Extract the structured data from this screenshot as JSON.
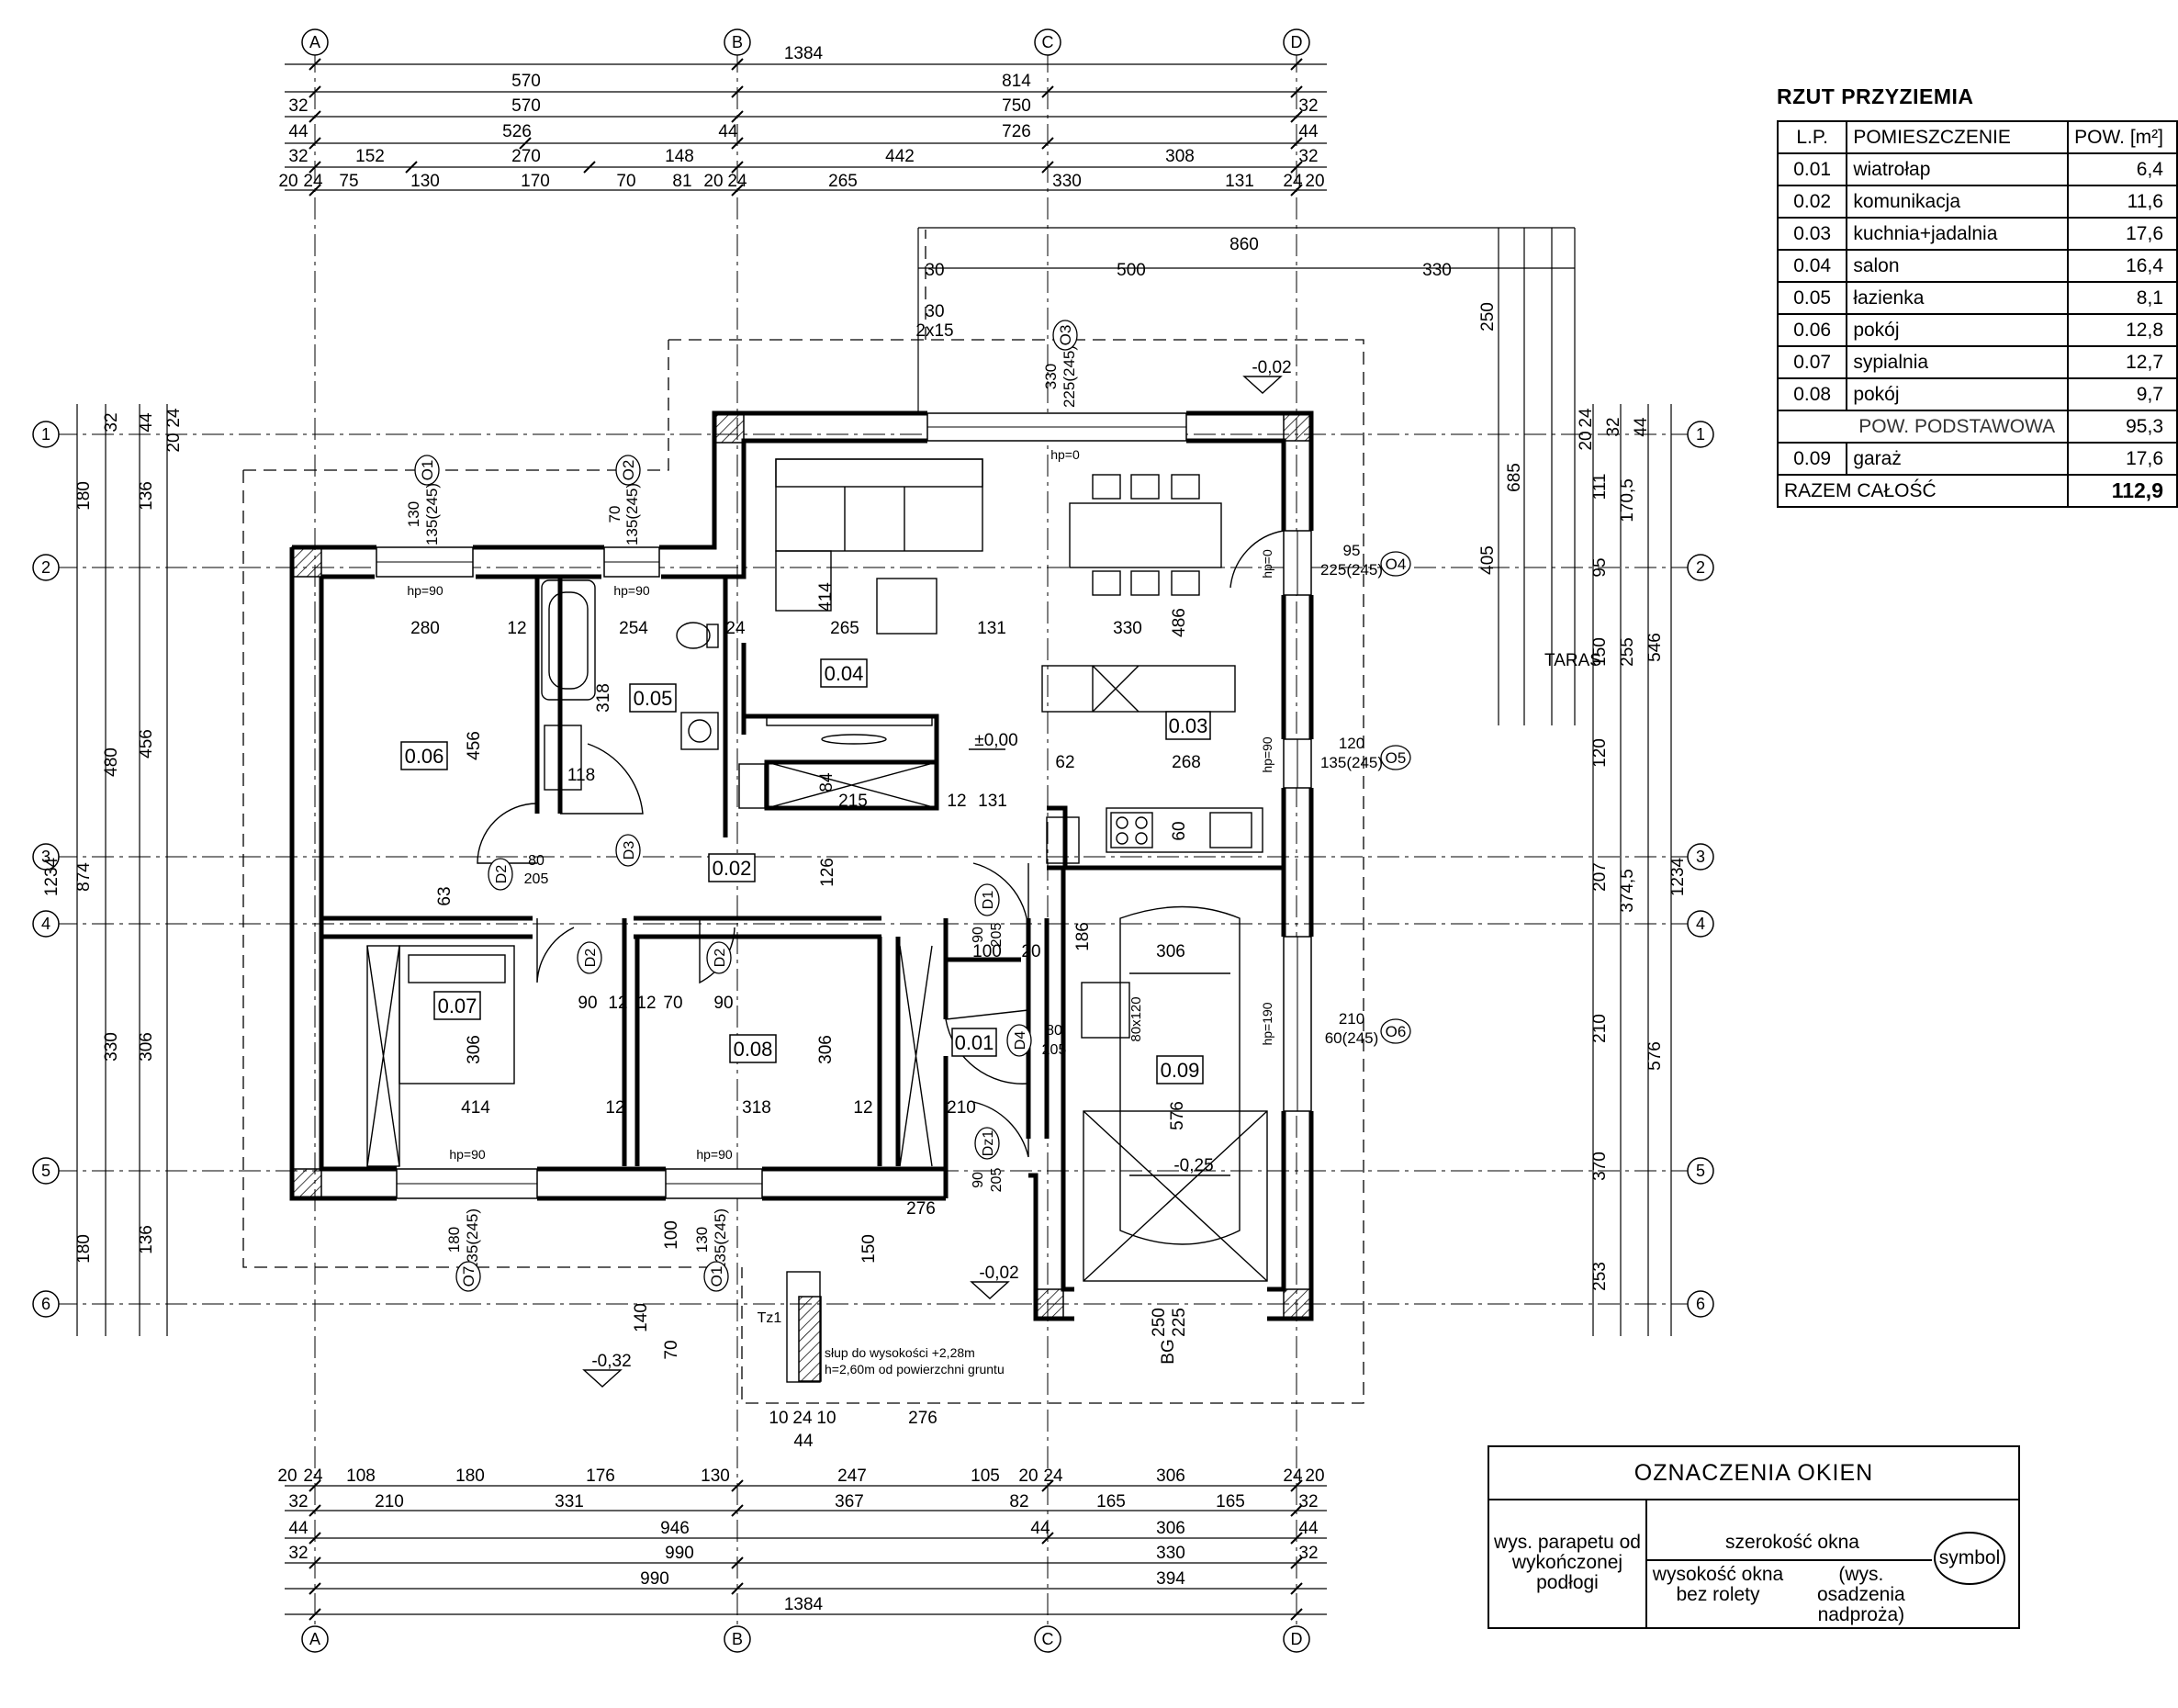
{
  "table": {
    "title": "RZUT PRZYZIEMIA",
    "col_lp": "L.P.",
    "col_room": "POMIESZCZENIE",
    "col_area": "POW. [m²]",
    "rows": [
      {
        "lp": "0.01",
        "name": "wiatrołap",
        "area": "6,4"
      },
      {
        "lp": "0.02",
        "name": "komunikacja",
        "area": "11,6"
      },
      {
        "lp": "0.03",
        "name": "kuchnia+jadalnia",
        "area": "17,6"
      },
      {
        "lp": "0.04",
        "name": "salon",
        "area": "16,4"
      },
      {
        "lp": "0.05",
        "name": "łazienka",
        "area": "8,1"
      },
      {
        "lp": "0.06",
        "name": "pokój",
        "area": "12,8"
      },
      {
        "lp": "0.07",
        "name": "sypialnia",
        "area": "12,7"
      },
      {
        "lp": "0.08",
        "name": "pokój",
        "area": "9,7"
      }
    ],
    "subtotal": {
      "label": "POW. PODSTAWOWA",
      "area": "95,3"
    },
    "garage": {
      "lp": "0.09",
      "name": "garaż",
      "area": "17,6"
    },
    "total": {
      "label": "RAZEM CAŁOŚĆ",
      "area": "112,9"
    }
  },
  "legend": {
    "title": "OZNACZENIA OKIEN",
    "sill": "wys. parapetu od wykończonej podłogi",
    "width": "szerokość okna",
    "height": "wysokość okna bez rolety",
    "lintel": "(wys. osadzenia nadproża)",
    "symbol": "symbol"
  },
  "grid": {
    "letters": [
      "A",
      "B",
      "C",
      "D"
    ],
    "numbers": [
      "1",
      "2",
      "3",
      "4",
      "5",
      "6"
    ]
  },
  "dims": {
    "top": [
      [
        "1384"
      ],
      [
        "570",
        "814"
      ],
      [
        "32",
        "570",
        "750",
        "32"
      ],
      [
        "44",
        "526",
        "44",
        "726",
        "44"
      ],
      [
        "32",
        "152",
        "270",
        "148",
        "442",
        "308",
        "32"
      ],
      [
        "20",
        "24",
        "75",
        "130",
        "170",
        "70",
        "81",
        "20",
        "24",
        "265",
        "330",
        "131",
        "24",
        "20"
      ]
    ],
    "bottom": [
      [
        "20",
        "24",
        "108",
        "180",
        "176",
        "130",
        "247",
        "105",
        "20",
        "24",
        "306",
        "24",
        "20"
      ],
      [
        "32",
        "210",
        "331",
        "367",
        "82",
        "165",
        "165",
        "32"
      ],
      [
        "44",
        "946",
        "44",
        "306",
        "44"
      ],
      [
        "32",
        "990",
        "330",
        "32"
      ],
      [
        "990",
        "394"
      ],
      [
        "1384"
      ]
    ],
    "left": [
      "180",
      "480",
      "330",
      "180",
      "874",
      "1234",
      "136",
      "456",
      "306",
      "136",
      "32",
      "44",
      "24",
      "20"
    ],
    "right": [
      "111",
      "170,5",
      "95",
      "255",
      "150",
      "120",
      "207",
      "374,5",
      "210",
      "370",
      "253",
      "546",
      "576",
      "1234",
      "24",
      "20",
      "32",
      "44"
    ],
    "terrace": [
      "860",
      "30",
      "500",
      "330",
      "250",
      "685",
      "405",
      "30",
      "2x15"
    ]
  },
  "plan_labels": {
    "rooms": [
      "0.01",
      "0.02",
      "0.03",
      "0.04",
      "0.05",
      "0.06",
      "0.07",
      "0.08",
      "0.09"
    ],
    "terrace": "TARAS",
    "level_top": "-0,02",
    "level_zero": "±0,00",
    "level_garage": "-0,25",
    "level_entry": "-0,02",
    "level_ground": "-0,32",
    "column_note_1": "słup do wysokości +2,28m",
    "column_note_2": "h=2,60m od powierzchni gruntu",
    "column_id": "Tz1",
    "garage_door": "BG",
    "parking": "80x120",
    "hp90": "hp=90",
    "hp0": "hp=0",
    "hp190": "hp=190",
    "win_o1_top": "130",
    "win_o1_bot": "135(245)",
    "win_o2_top": "70",
    "win_o3_top": "330",
    "win_o3_bot": "225(245)",
    "win_o4_top": "95",
    "win_o4_bot": "225(245)",
    "win_o5_top": "120",
    "win_o5_bot": "135(245)",
    "win_o6_top": "210",
    "win_o6_bot": "60(245)",
    "win_o7_top": "180",
    "win_o1b_top": "130",
    "door_d": "80",
    "door_h": "205",
    "door_d1": "90",
    "dim_280": "280",
    "dim_12": "12",
    "dim_254": "254",
    "dim_24": "24",
    "dim_265": "265",
    "dim_131": "131",
    "dim_330": "330",
    "dim_486": "486",
    "dim_414": "414",
    "dim_318": "318",
    "dim_456": "456",
    "dim_118": "118",
    "dim_215": "215",
    "dim_62": "62",
    "dim_268": "268",
    "dim_126": "126",
    "dim_63": "63",
    "dim_84": "84",
    "dim_60": "60",
    "dim_186": "186",
    "dim_306": "306",
    "dim_100": "100",
    "dim_20": "20",
    "dim_90": "90",
    "dim_70": "70",
    "dim_210": "210",
    "dim_576": "576",
    "dim_276": "276",
    "dim_150": "150",
    "dim_140": "140",
    "dim_10": "10",
    "dim_44": "44",
    "dim_250": "250",
    "dim_225": "225"
  },
  "door_ids": [
    "D1",
    "D2",
    "D2",
    "D2",
    "D3",
    "D4",
    "Dz1"
  ],
  "window_ids": [
    "O1",
    "O2",
    "O3",
    "O4",
    "O5",
    "O6",
    "O7",
    "O1"
  ]
}
